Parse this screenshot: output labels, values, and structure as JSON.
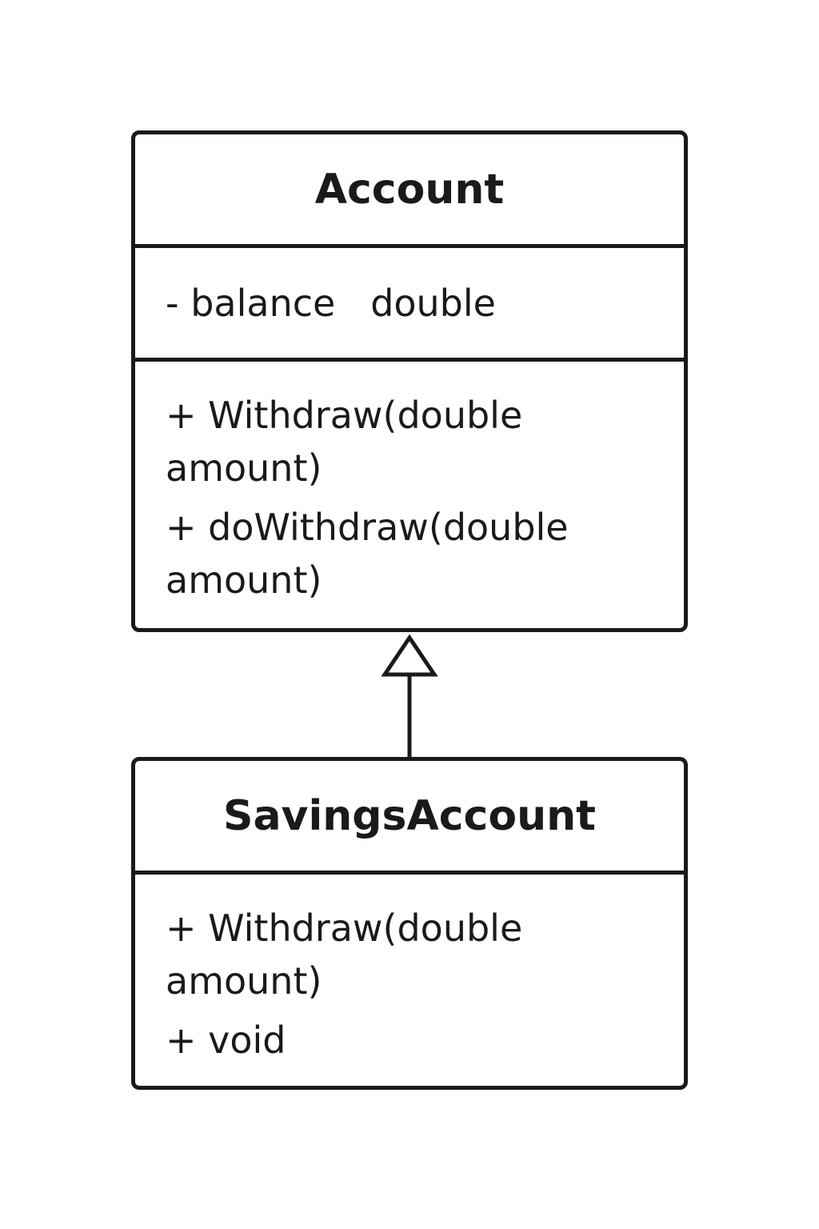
{
  "classes": {
    "account": {
      "name": "Account",
      "attributes": [
        "- balance   double"
      ],
      "operations": [
        "+ Withdraw(double amount)",
        "+ doWithdraw(double amount)"
      ]
    },
    "savings": {
      "name": "SavingsAccount",
      "operations": [
        "+ Withdraw(double amount)",
        "+ void"
      ]
    }
  },
  "relationship": {
    "type": "generalization",
    "from": "SavingsAccount",
    "to": "Account"
  },
  "colors": {
    "stroke": "#1a1a1a",
    "background": "#ffffff"
  }
}
